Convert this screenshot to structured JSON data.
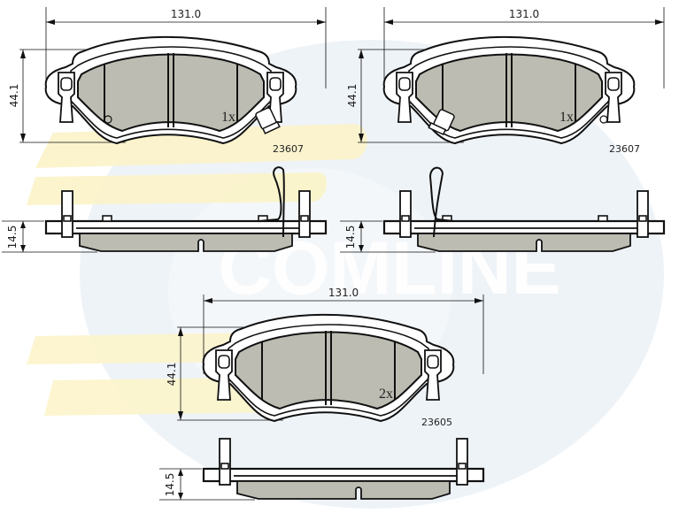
{
  "watermark": {
    "text": "COMLINE",
    "circle_color": "#eef3f8",
    "swoosh_color": "#fbf3c8",
    "text_color": "#ffffff"
  },
  "colors": {
    "line": "#111111",
    "friction_fill": "#b8b8b0",
    "friction_fill_light": "#c8c6b4",
    "backing_fill": "#ffffff"
  },
  "views": {
    "top_left": {
      "width_dim": "131.0",
      "height_dim": "44.1",
      "quantity": "1x",
      "part_code": "23607",
      "thickness_dim": "14.5"
    },
    "top_right": {
      "width_dim": "131.0",
      "height_dim": "44.1",
      "quantity": "1x",
      "part_code": "23607",
      "thickness_dim": "14.5"
    },
    "bottom": {
      "width_dim": "131.0",
      "height_dim": "44.1",
      "quantity": "2x",
      "part_code": "23605",
      "thickness_dim": "14.5"
    }
  }
}
